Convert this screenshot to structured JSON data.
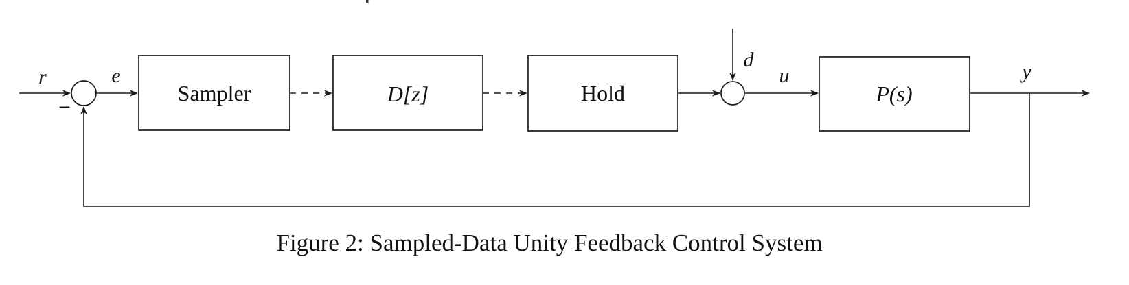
{
  "figure": {
    "caption": "Figure 2: Sampled-Data Unity Feedback Control System",
    "blocks": [
      {
        "id": "sampler",
        "label": "Sampler"
      },
      {
        "id": "controller",
        "label": "D[z]"
      },
      {
        "id": "hold",
        "label": "Hold"
      },
      {
        "id": "plant",
        "label": "P(s)"
      }
    ],
    "signals": {
      "reference": "r",
      "error": "e",
      "disturbance": "d",
      "control": "u",
      "output": "y",
      "feedback_sign": "−"
    },
    "summing_junctions": [
      {
        "id": "sum-left",
        "inputs": [
          "r (+)",
          "feedback (−)"
        ],
        "output": "e"
      },
      {
        "id": "sum-right",
        "inputs": [
          "hold output",
          "d"
        ],
        "output": "u"
      }
    ],
    "connections": [
      {
        "from": "reference-input",
        "to": "sum-left",
        "label": "r",
        "style": "solid"
      },
      {
        "from": "sum-left",
        "to": "Sampler",
        "label": "e",
        "style": "solid"
      },
      {
        "from": "Sampler",
        "to": "D[z]",
        "label": "",
        "style": "dashed"
      },
      {
        "from": "D[z]",
        "to": "Hold",
        "label": "",
        "style": "dashed"
      },
      {
        "from": "Hold",
        "to": "sum-right",
        "label": "",
        "style": "solid"
      },
      {
        "from": "disturbance",
        "to": "sum-right",
        "label": "d",
        "style": "solid"
      },
      {
        "from": "sum-right",
        "to": "P(s)",
        "label": "u",
        "style": "solid"
      },
      {
        "from": "P(s)",
        "to": "output",
        "label": "y",
        "style": "solid"
      },
      {
        "from": "output-branch",
        "to": "sum-left",
        "label": "−",
        "style": "solid",
        "type": "unity-feedback"
      }
    ],
    "colors": {
      "ink": "#1a1a1a",
      "background": "#ffffff"
    }
  }
}
